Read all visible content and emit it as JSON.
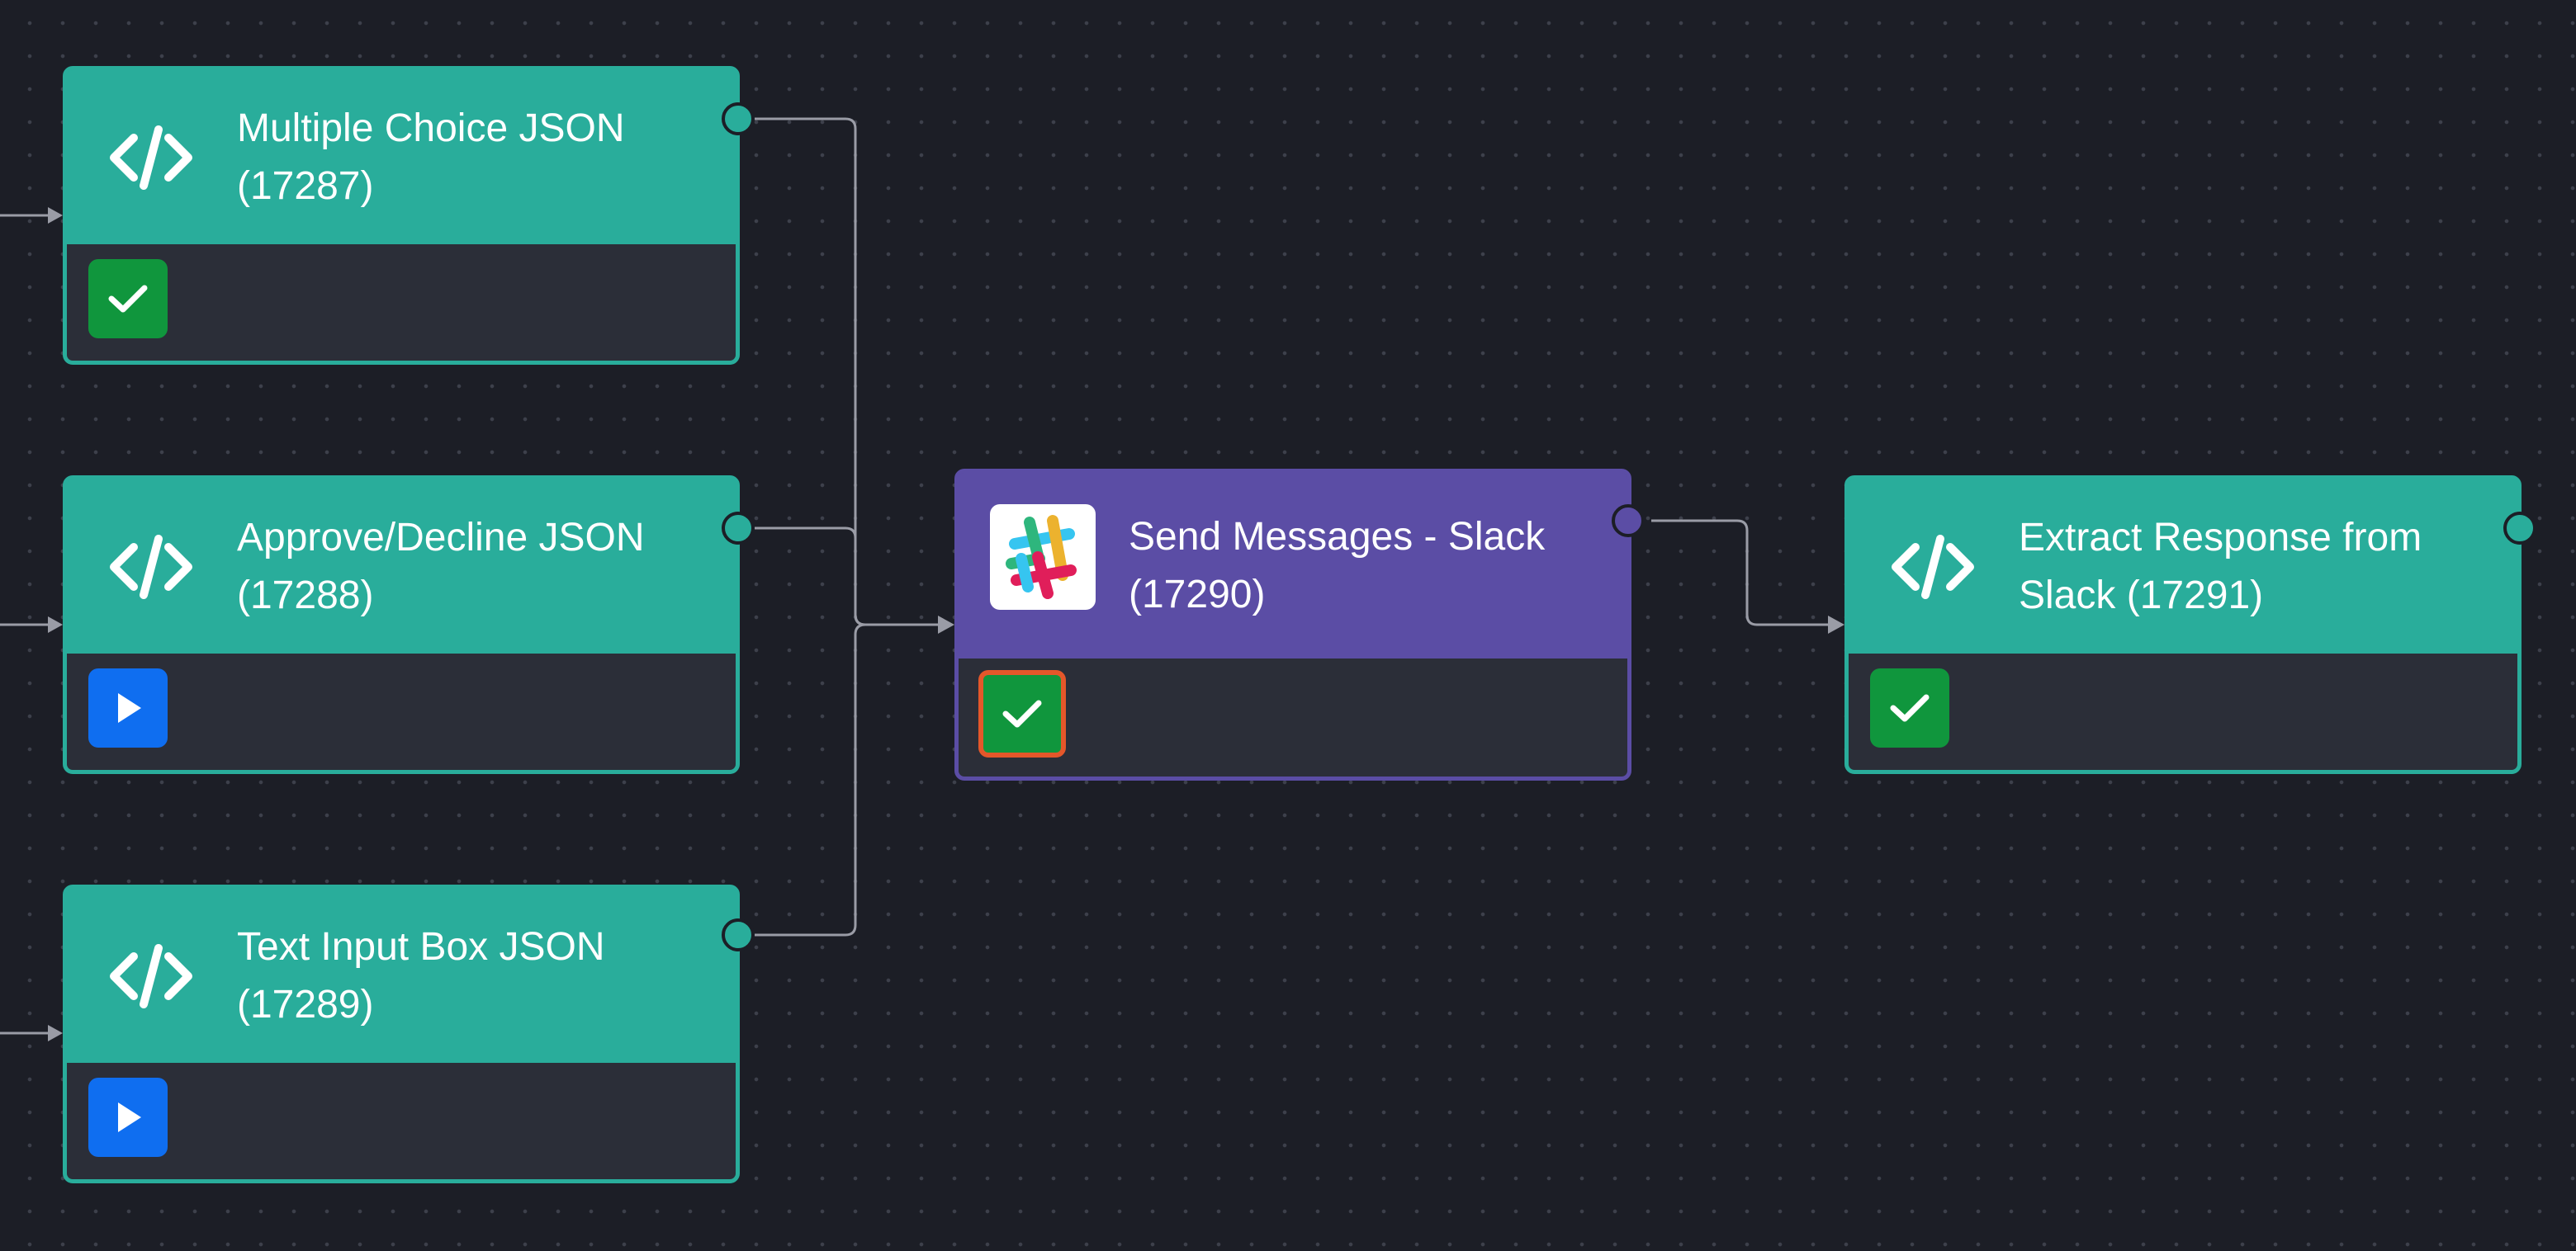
{
  "canvas": {
    "background": "#1c1e26"
  },
  "colors": {
    "code_node": "#29ad9b",
    "slack_node": "#5b4da5",
    "node_body": "#2b2e38",
    "success": "#10963d",
    "play": "#0f6ef0",
    "selected_outline": "#e4572a",
    "edge": "#9a9ca6"
  },
  "nodes": [
    {
      "id": "n17287",
      "title": "Multiple Choice JSON (17287)",
      "icon": "code-icon",
      "status": "success"
    },
    {
      "id": "n17288",
      "title": "Approve/Decline JSON (17288)",
      "icon": "code-icon",
      "status": "play"
    },
    {
      "id": "n17289",
      "title": "Text Input Box JSON (17289)",
      "icon": "code-icon",
      "status": "play"
    },
    {
      "id": "n17290",
      "title": "Send Messages - Slack (17290)",
      "icon": "slack-logo-icon",
      "status": "success",
      "selected": true
    },
    {
      "id": "n17291",
      "title": "Extract Response from Slack (17291)",
      "icon": "code-icon",
      "status": "success"
    }
  ],
  "edges": [
    {
      "from": "n17287",
      "to": "n17290"
    },
    {
      "from": "n17288",
      "to": "n17290"
    },
    {
      "from": "n17289",
      "to": "n17290"
    },
    {
      "from": "n17290",
      "to": "n17291"
    }
  ]
}
